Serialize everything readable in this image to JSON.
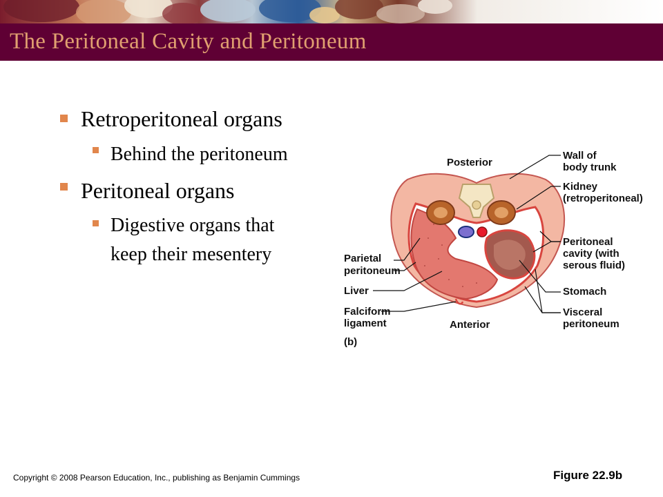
{
  "slide": {
    "title": "The Peritoneal Cavity and Peritoneum",
    "bullets": [
      {
        "text": "Retroperitoneal organs",
        "sub": [
          "Behind the peritoneum"
        ]
      },
      {
        "text": "Peritoneal organs",
        "sub": [
          "Digestive organs that",
          "keep their mesentery"
        ]
      }
    ]
  },
  "figure": {
    "panel_label": "(b)",
    "labels": {
      "posterior": "Posterior",
      "anterior": "Anterior",
      "wall_1": "Wall of",
      "wall_2": "body trunk",
      "kidney_1": "Kidney",
      "kidney_2": "(retroperitoneal)",
      "cavity_1": "Peritoneal",
      "cavity_2": "cavity (with",
      "cavity_3": "serous fluid)",
      "stomach": "Stomach",
      "visceral_1": "Visceral",
      "visceral_2": "peritoneum",
      "parietal_1": "Parietal",
      "parietal_2": "peritoneum",
      "liver": "Liver",
      "falciform_1": "Falciform",
      "falciform_2": "ligament"
    }
  },
  "footer": {
    "copyright": "Copyright © 2008 Pearson Education, Inc., publishing as Benjamin Cummings",
    "figure_ref": "Figure 22.9b"
  },
  "colors": {
    "title_bar": "#5f0034",
    "title_text": "#e0a070",
    "bullet_marker": "#e1864c"
  }
}
